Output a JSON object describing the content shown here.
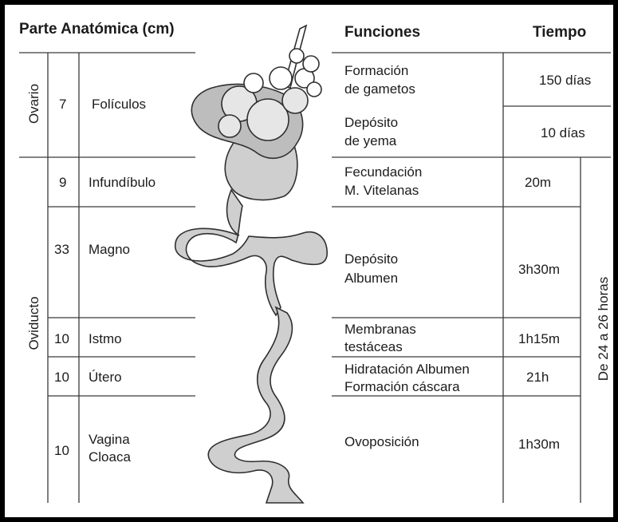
{
  "headers": {
    "anatomy": "Parte Anatómica (cm)",
    "functions": "Funciones",
    "time": "Tiempo"
  },
  "groups": {
    "ovary": "Ovario",
    "oviduct": "Oviducto"
  },
  "total_time": "De 24 a 26 horas",
  "rows": [
    {
      "cm": "7",
      "part": "Folículos"
    },
    {
      "cm": "9",
      "part": "Infundíbulo"
    },
    {
      "cm": "33",
      "part": "Magno"
    },
    {
      "cm": "10",
      "part": "Istmo"
    },
    {
      "cm": "10",
      "part": "Útero"
    },
    {
      "cm": "10",
      "part_line1": "Vagina",
      "part_line2": "Cloaca"
    }
  ],
  "functions": [
    {
      "line1": "Formación",
      "line2": "de gametos",
      "time": "150 días"
    },
    {
      "line1": "Depósito",
      "line2": "de yema",
      "time": "10 días"
    },
    {
      "line1": "Fecundación",
      "line2": "M. Vitelanas",
      "time": "20m"
    },
    {
      "line1": "Depósito",
      "line2": "Albumen",
      "time": "3h30m"
    },
    {
      "line1": "Membranas",
      "line2": "testáceas",
      "time": "1h15m"
    },
    {
      "line1": "Hidratación Albumen",
      "line2": "Formación cáscara",
      "time": "21h"
    },
    {
      "line1": "Ovoposición",
      "time": "1h30m"
    }
  ]
}
